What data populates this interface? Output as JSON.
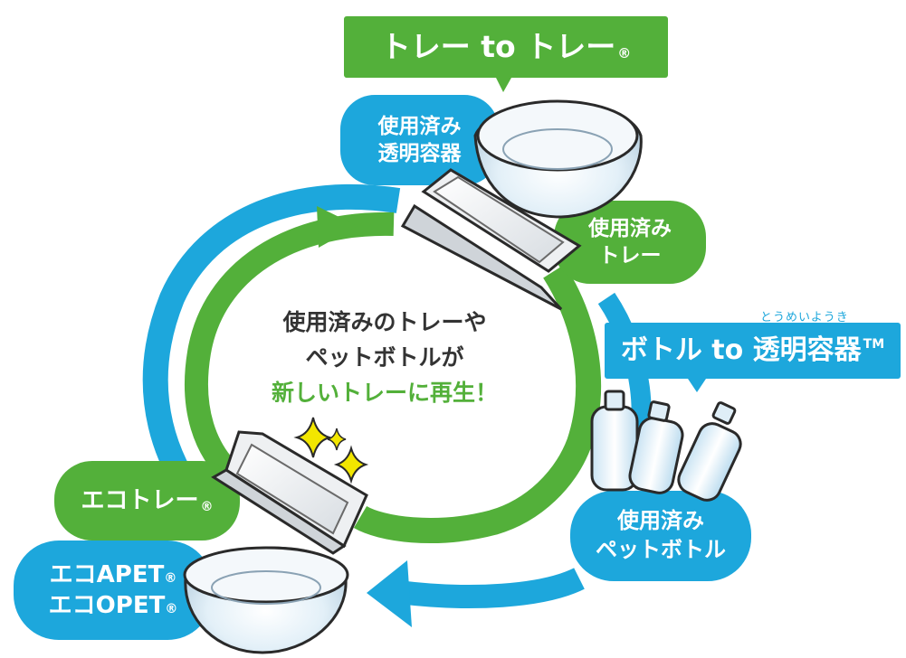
{
  "labels": {
    "tray_to_tray": "トレー to トレー",
    "tray_to_tray_mark": "®",
    "bottle_to_container": "ボトル to 透明容器",
    "bottle_to_container_mark": "TM",
    "bottle_to_container_ruby": "とうめいようき",
    "used_clear_container_line1": "使用済み",
    "used_clear_container_line2": "透明容器",
    "used_tray_line1": "使用済み",
    "used_tray_line2": "トレー",
    "used_pet_bottle_line1": "使用済み",
    "used_pet_bottle_line2": "ペットボトル",
    "eco_tray": "エコトレー",
    "eco_tray_mark": "®",
    "eco_apet": "エコAPET",
    "eco_opet": "エコOPET",
    "eco_mark": "®"
  },
  "center": {
    "line1": "使用済みのトレーや",
    "line2": "ペットボトルが",
    "line3": "新しいトレーに再生！"
  },
  "colors": {
    "green": "#53b03a",
    "blue": "#1da7dc",
    "text_dark": "#333333"
  },
  "icons": {
    "container_top": "clear-container-icon",
    "tray_top": "tray-icon",
    "bottles": "pet-bottle-icon",
    "tray_bottom": "eco-tray-icon",
    "container_bottom": "eco-container-icon",
    "sparkle": "sparkle-icon"
  }
}
